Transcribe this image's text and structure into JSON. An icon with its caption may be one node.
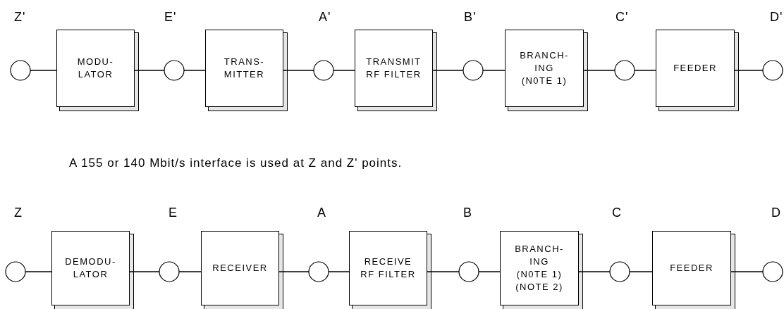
{
  "diagram": {
    "nodes": [
      {
        "text": [],
        "shape": "circle"
      },
      {
        "text": [
          "MODU- LATOR"
        ]
      },
      {
        "text": [],
        "shape": "circle"
      },
      {
        "text": [
          "TRANS- MITTER"
        ]
      },
      {
        "text": [],
        "shape": "circle"
      },
      {
        "text": [
          "TRANSMIT RF FILTER"
        ]
      },
      {
        "text": [],
        "shape": "circle"
      },
      {
        "text": [
          "BRANCH- ING (N0TE 1)"
        ]
      },
      {
        "text": [],
        "shape": "circle"
      },
      {
        "text": [
          "FEEDER"
        ]
      },
      {
        "text": [],
        "shape": "circle"
      },
      {
        "text": [],
        "shape": "circle"
      },
      {
        "text": [
          "DEMODU- LATOR"
        ]
      },
      {
        "text": [],
        "shape": "circle"
      },
      {
        "text": [
          "RECEIVER"
        ]
      },
      {
        "text": [],
        "shape": "circle"
      },
      {
        "text": [
          "RECEIVE RF FILTER"
        ]
      },
      {
        "text": [],
        "shape": "circle"
      },
      {
        "text": [
          "BRANCH- ING (N0TE 1) (NOTE 2)"
        ]
      },
      {
        "text": [],
        "shape": "circle"
      },
      {
        "text": [
          "FEEDER"
        ]
      },
      {
        "text": [],
        "shape": "circle"
      }
    ],
    "edges": [
      {
        "from": 0,
        "to": 1,
        "arrow": "none"
      },
      {
        "from": 1,
        "to": 2,
        "arrow": "none"
      },
      {
        "from": 2,
        "to": 3,
        "arrow": "none"
      },
      {
        "from": 3,
        "to": 4,
        "arrow": "none"
      },
      {
        "from": 4,
        "to": 5,
        "arrow": "none"
      },
      {
        "from": 5,
        "to": 6,
        "arrow": "none"
      },
      {
        "from": 6,
        "to": 7,
        "arrow": "none"
      },
      {
        "from": 7,
        "to": 8,
        "arrow": "none"
      },
      {
        "from": 8,
        "to": 9,
        "arrow": "none"
      },
      {
        "from": 9,
        "to": 10,
        "arrow": "none"
      },
      {
        "from": 11,
        "to": 12,
        "arrow": "none"
      },
      {
        "from": 12,
        "to": 13,
        "arrow": "none"
      },
      {
        "from": 13,
        "to": 14,
        "arrow": "none"
      },
      {
        "from": 14,
        "to": 15,
        "arrow": "none"
      },
      {
        "from": 15,
        "to": 16,
        "arrow": "none"
      },
      {
        "from": 16,
        "to": 17,
        "arrow": "none"
      },
      {
        "from": 17,
        "to": 18,
        "arrow": "none"
      },
      {
        "from": 18,
        "to": 19,
        "arrow": "none"
      },
      {
        "from": 19,
        "to": 20,
        "arrow": "none"
      },
      {
        "from": 20,
        "to": 21,
        "arrow": "none"
      }
    ],
    "labels": [
      "Z'",
      "E'",
      "A'",
      "B'",
      "C'",
      "D'",
      "A 155 or 140 Mbit/s interface is used at Z and Z' points.",
      "Z",
      "E",
      "A",
      "B",
      "C",
      "D"
    ]
  }
}
